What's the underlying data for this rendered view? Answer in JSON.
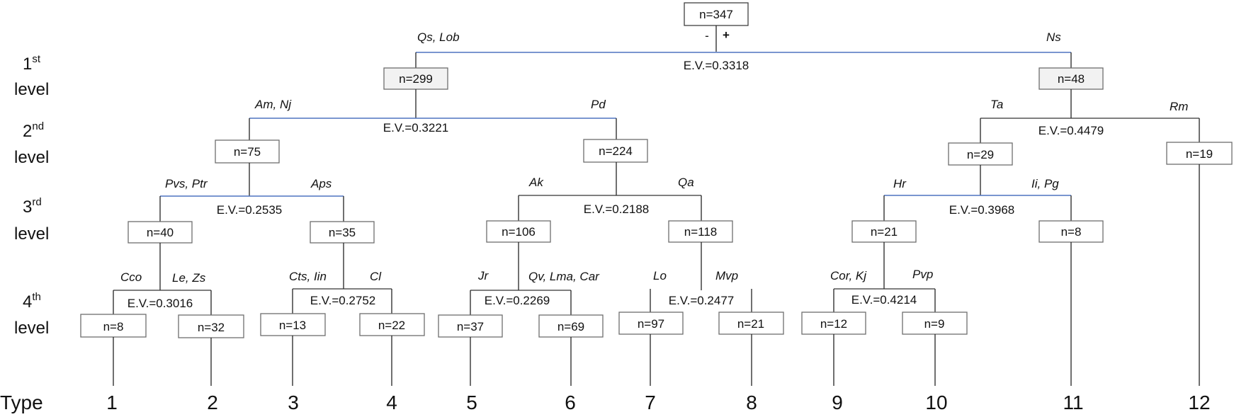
{
  "root": {
    "n": "n=347",
    "minus": "-",
    "plus": "+"
  },
  "levels": [
    {
      "num": "1",
      "sup": "st",
      "word": "level"
    },
    {
      "num": "2",
      "sup": "nd",
      "word": "level"
    },
    {
      "num": "3",
      "sup": "rd",
      "word": "level"
    },
    {
      "num": "4",
      "sup": "th",
      "word": "level"
    }
  ],
  "type_title": "Type",
  "splits": [
    {
      "ev": "E.V.=0.3318",
      "left_label": "Qs, Lob",
      "right_label": "Ns"
    },
    {
      "ev": "E.V.=0.3221",
      "left_label": "Am, Nj",
      "right_label": "Pd"
    },
    {
      "ev": "E.V.=0.4479",
      "left_label": "Ta",
      "right_label": "Rm"
    },
    {
      "ev": "E.V.=0.2535",
      "left_label": "Pvs, Ptr",
      "right_label": "Aps"
    },
    {
      "ev": "E.V.=0.2188",
      "left_label": "Ak",
      "right_label": "Qa"
    },
    {
      "ev": "E.V.=0.3968",
      "left_label": "Hr",
      "right_label": "Ii, Pg"
    },
    {
      "ev": "E.V.=0.3016",
      "left_label": "Cco",
      "right_label": "Le, Zs"
    },
    {
      "ev": "E.V.=0.2752",
      "left_label": "Cts, Iin",
      "right_label": "Cl"
    },
    {
      "ev": "E.V.=0.2269",
      "left_label": "Jr",
      "right_label": "Qv, Lma, Car"
    },
    {
      "ev": "E.V.=0.2477",
      "left_label": "Lo",
      "right_label": "Mvp"
    },
    {
      "ev": "E.V.=0.4214",
      "left_label": "Cor, Kj",
      "right_label": "Pvp"
    }
  ],
  "nodes": [
    {
      "n": "n=299"
    },
    {
      "n": "n=48"
    },
    {
      "n": "n=75"
    },
    {
      "n": "n=224"
    },
    {
      "n": "n=29"
    },
    {
      "n": "n=19"
    },
    {
      "n": "n=40"
    },
    {
      "n": "n=35"
    },
    {
      "n": "n=106"
    },
    {
      "n": "n=118"
    },
    {
      "n": "n=21"
    },
    {
      "n": "n=8"
    },
    {
      "n": "n=8"
    },
    {
      "n": "n=32"
    },
    {
      "n": "n=13"
    },
    {
      "n": "n=22"
    },
    {
      "n": "n=37"
    },
    {
      "n": "n=69"
    },
    {
      "n": "n=97"
    },
    {
      "n": "n=21"
    },
    {
      "n": "n=12"
    },
    {
      "n": "n=9"
    }
  ],
  "types": [
    "1",
    "2",
    "3",
    "4",
    "5",
    "6",
    "7",
    "8",
    "9",
    "10",
    "11",
    "12"
  ]
}
